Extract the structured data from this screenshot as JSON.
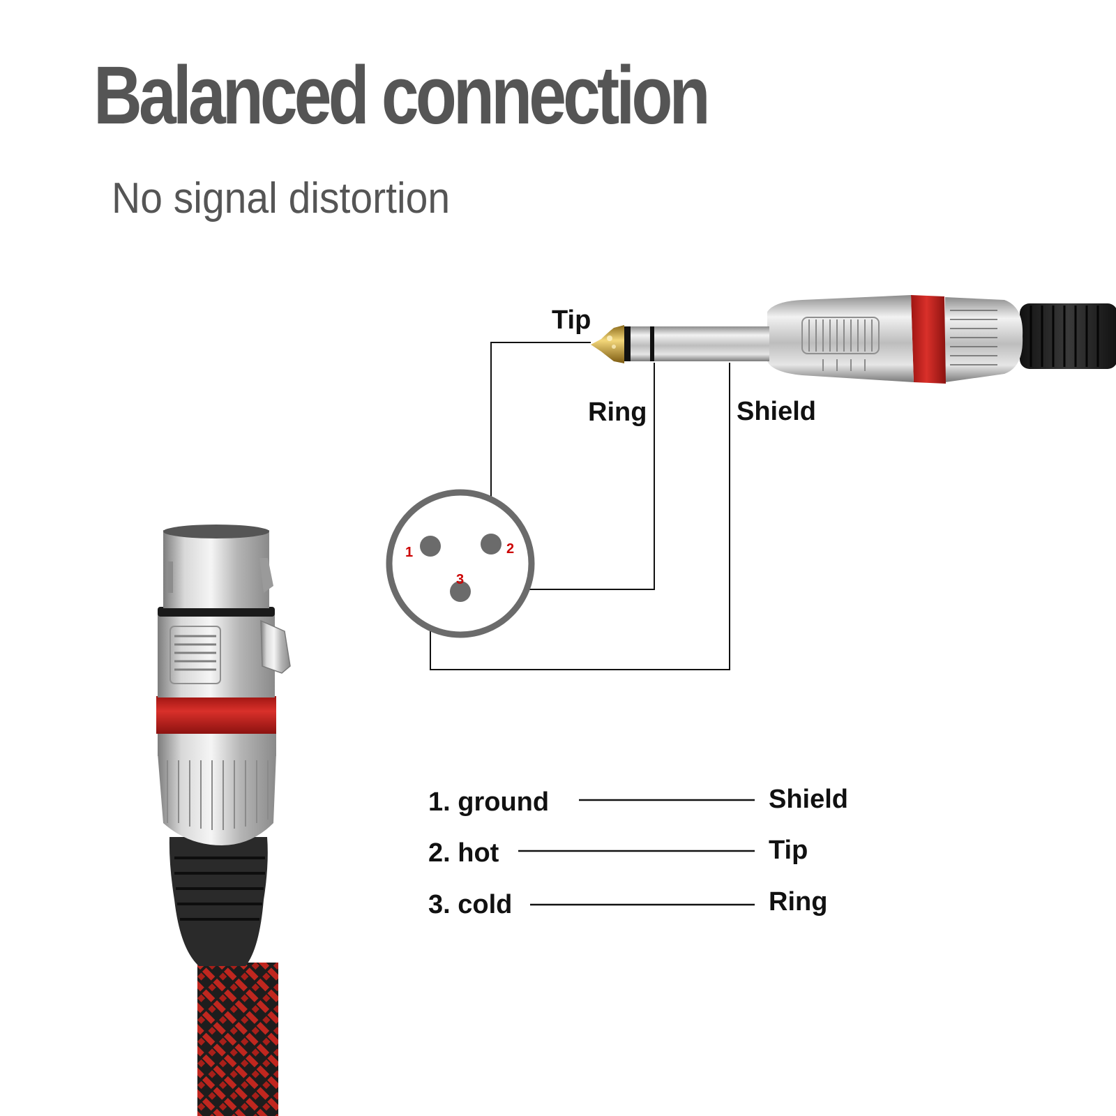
{
  "header": {
    "title": "Balanced connection",
    "subtitle": "No signal distortion"
  },
  "trs_plug": {
    "labels": {
      "tip": "Tip",
      "ring": "Ring",
      "shield": "Shield"
    }
  },
  "xlr_pinout": {
    "pins": [
      {
        "number": "1"
      },
      {
        "number": "2"
      },
      {
        "number": "3"
      }
    ],
    "pin_label_color": "#cc0000",
    "pin_color": "#6b6b6b"
  },
  "mapping": [
    {
      "pin": "1. ground",
      "contact": "Shield"
    },
    {
      "pin": "2. hot",
      "contact": "Tip"
    },
    {
      "pin": "3. cold",
      "contact": "Ring"
    }
  ],
  "colors": {
    "title": "#555555",
    "accent_red": "#c8201c",
    "metal": "#c9c9c9",
    "wire": "#111111"
  }
}
